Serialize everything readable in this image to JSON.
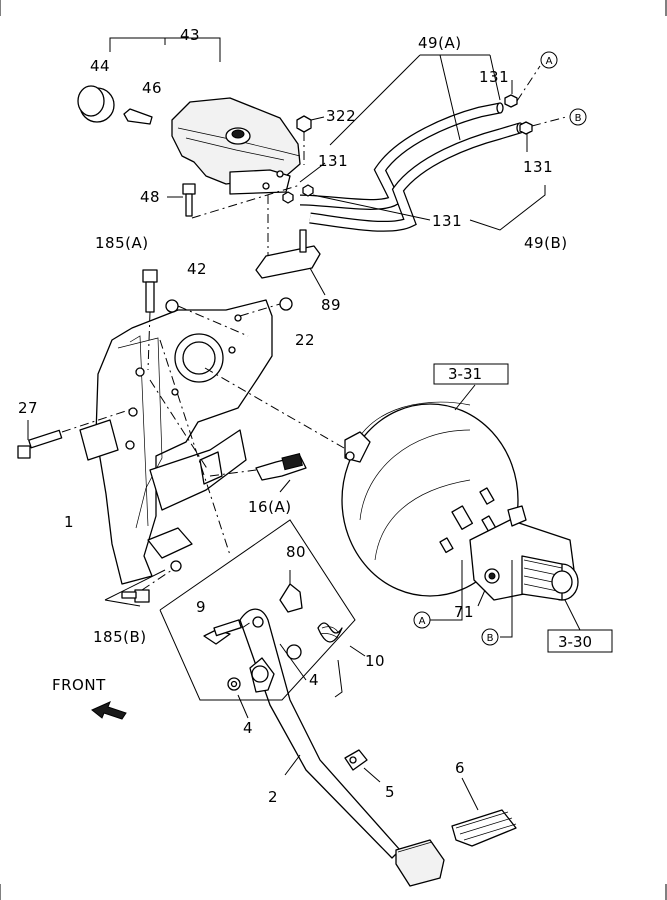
{
  "labels": {
    "l43": "43",
    "l44": "44",
    "l46": "46",
    "l48": "48",
    "l322": "322",
    "l131a": "131",
    "l131b": "131",
    "l131c": "131",
    "l131d": "131",
    "l49a": "49(A)",
    "l49b": "49(B)",
    "l185a": "185(A)",
    "l185b": "185(B)",
    "l42": "42",
    "l89": "89",
    "l22": "22",
    "l27": "27",
    "l1": "1",
    "l16a": "16(A)",
    "l80": "80",
    "l9": "9",
    "l10": "10",
    "l4a": "4",
    "l4b": "4",
    "l71": "71",
    "l2": "2",
    "l5": "5",
    "l6": "6",
    "ref331": "3-31",
    "ref330": "3-30",
    "front": "FRONT",
    "circA1": "A",
    "circB1": "B",
    "circA2": "A",
    "circB2": "B"
  }
}
